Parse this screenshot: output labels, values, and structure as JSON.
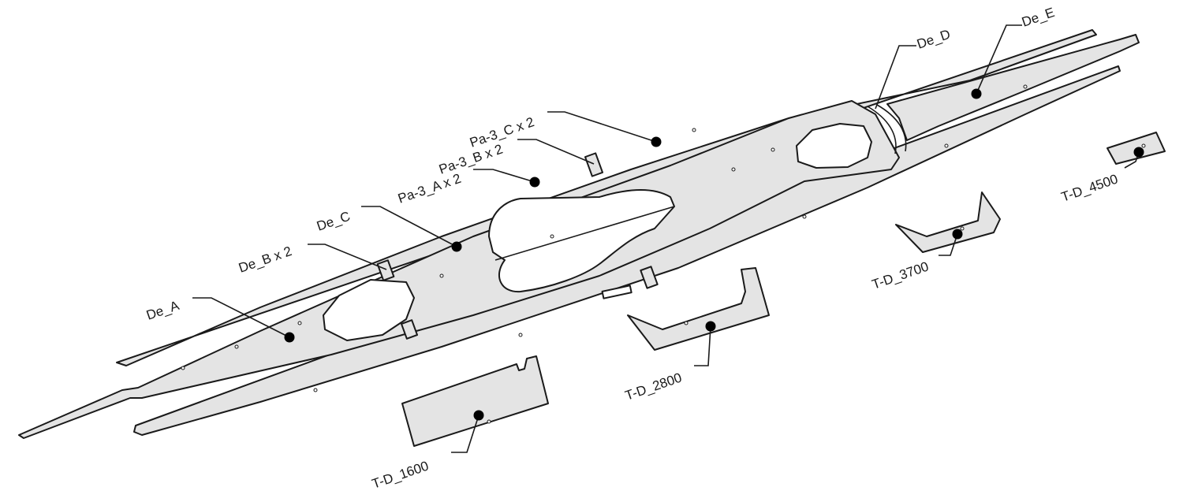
{
  "labels": {
    "de_a": "De_A",
    "de_b": "De_B x 2",
    "de_c": "De_C",
    "de_d": "De_D",
    "de_e": "De_E",
    "pa3_a": "Pa-3_A x 2",
    "pa3_b": "Pa-3_B x 2",
    "pa3_c": "Pa-3_C x 2",
    "td_1600": "T-D_1600",
    "td_2800": "T-D_2800",
    "td_3700": "T-D_3700",
    "td_4500": "T-D_4500"
  },
  "colors": {
    "part_fill": "#e4e4e4",
    "outline": "#1a1a1a",
    "callout_dot": "#000000"
  }
}
